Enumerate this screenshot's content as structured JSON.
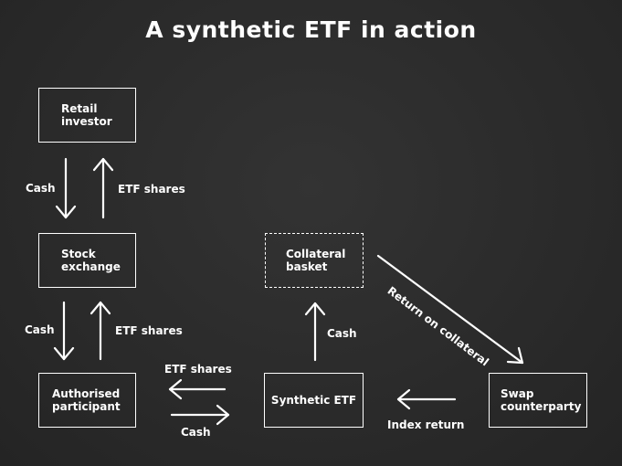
{
  "title": "A synthetic ETF in action",
  "nodes": {
    "retail_investor": "Retail investor",
    "stock_exchange": "Stock exchange",
    "authorised_participant": "Authorised participant",
    "synthetic_etf": "Synthetic ETF",
    "collateral_basket": "Collateral basket",
    "swap_counterparty": "Swap counterparty"
  },
  "edges": {
    "retail_cash": "Cash",
    "retail_etf_shares": "ETF shares",
    "exchange_cash": "Cash",
    "exchange_etf_shares": "ETF shares",
    "ap_etf_shares": "ETF shares",
    "ap_cash": "Cash",
    "etf_to_collateral_cash": "Cash",
    "return_on_collateral": "Return on collateral",
    "index_return": "Index return"
  },
  "colors": {
    "background": "#2b2b2b",
    "ink": "#ffffff"
  }
}
